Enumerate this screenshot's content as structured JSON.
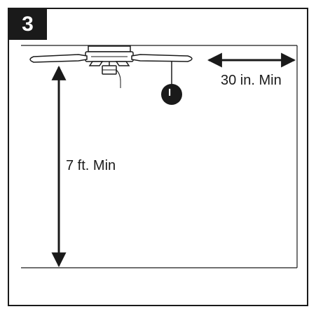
{
  "step": {
    "number": "3"
  },
  "labels": {
    "side_clearance": "30 in. Min",
    "floor_clearance": "7 ft. Min",
    "callout": "I"
  },
  "colors": {
    "ink": "#1a1a1a",
    "paper": "#ffffff"
  }
}
